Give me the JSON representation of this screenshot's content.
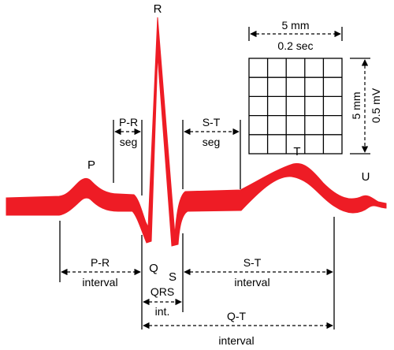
{
  "colors": {
    "trace": "#ee1c25",
    "ink": "#000000",
    "background": "#ffffff"
  },
  "waves": {
    "p": "P",
    "q": "Q",
    "r": "R",
    "s": "S",
    "t": "T",
    "u": "U"
  },
  "segments": {
    "pr_seg_top": "P-R",
    "pr_seg_bottom": "seg",
    "st_seg_top": "S-T",
    "st_seg_bottom": "seg"
  },
  "intervals": {
    "pr_top": "P-R",
    "pr_bottom": "interval",
    "qrs_top": "QRS",
    "qrs_bottom": "int.",
    "st_top": "S-T",
    "st_bottom": "interval",
    "qt_top": "Q-T",
    "qt_bottom": "interval"
  },
  "grid_scale": {
    "width_mm": "5 mm",
    "width_time": "0.2 sec",
    "height_mm": "5 mm",
    "height_voltage": "0.5 mV"
  }
}
